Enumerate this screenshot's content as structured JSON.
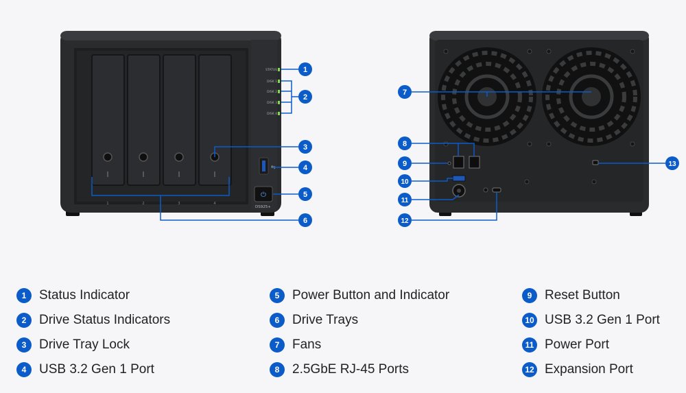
{
  "front": {
    "led_labels": [
      "STATUS",
      "DISK 1",
      "DISK 2",
      "DISK 3",
      "DISK 4"
    ],
    "bay_numbers": [
      "1",
      "2",
      "3",
      "4"
    ],
    "model": "DS925+"
  },
  "callouts": [
    "1",
    "2",
    "3",
    "4",
    "5",
    "6",
    "7",
    "8",
    "9",
    "10",
    "11",
    "12",
    "13"
  ],
  "legend": [
    {
      "num": "1",
      "label": "Status Indicator"
    },
    {
      "num": "2",
      "label": "Drive Status Indicators"
    },
    {
      "num": "3",
      "label": "Drive Tray Lock"
    },
    {
      "num": "4",
      "label": "USB 3.2 Gen 1 Port"
    },
    {
      "num": "5",
      "label": "Power Button and Indicator"
    },
    {
      "num": "6",
      "label": "Drive Trays"
    },
    {
      "num": "7",
      "label": "Fans"
    },
    {
      "num": "8",
      "label": "2.5GbE RJ-45 Ports"
    },
    {
      "num": "9",
      "label": "Reset Button"
    },
    {
      "num": "10",
      "label": "USB 3.2 Gen 1 Port"
    },
    {
      "num": "11",
      "label": "Power Port"
    },
    {
      "num": "12",
      "label": "Expansion Port"
    }
  ],
  "colors": {
    "callout": "#0b5cc9",
    "led": "#7ed957",
    "chassis": "#2a2b2d"
  }
}
